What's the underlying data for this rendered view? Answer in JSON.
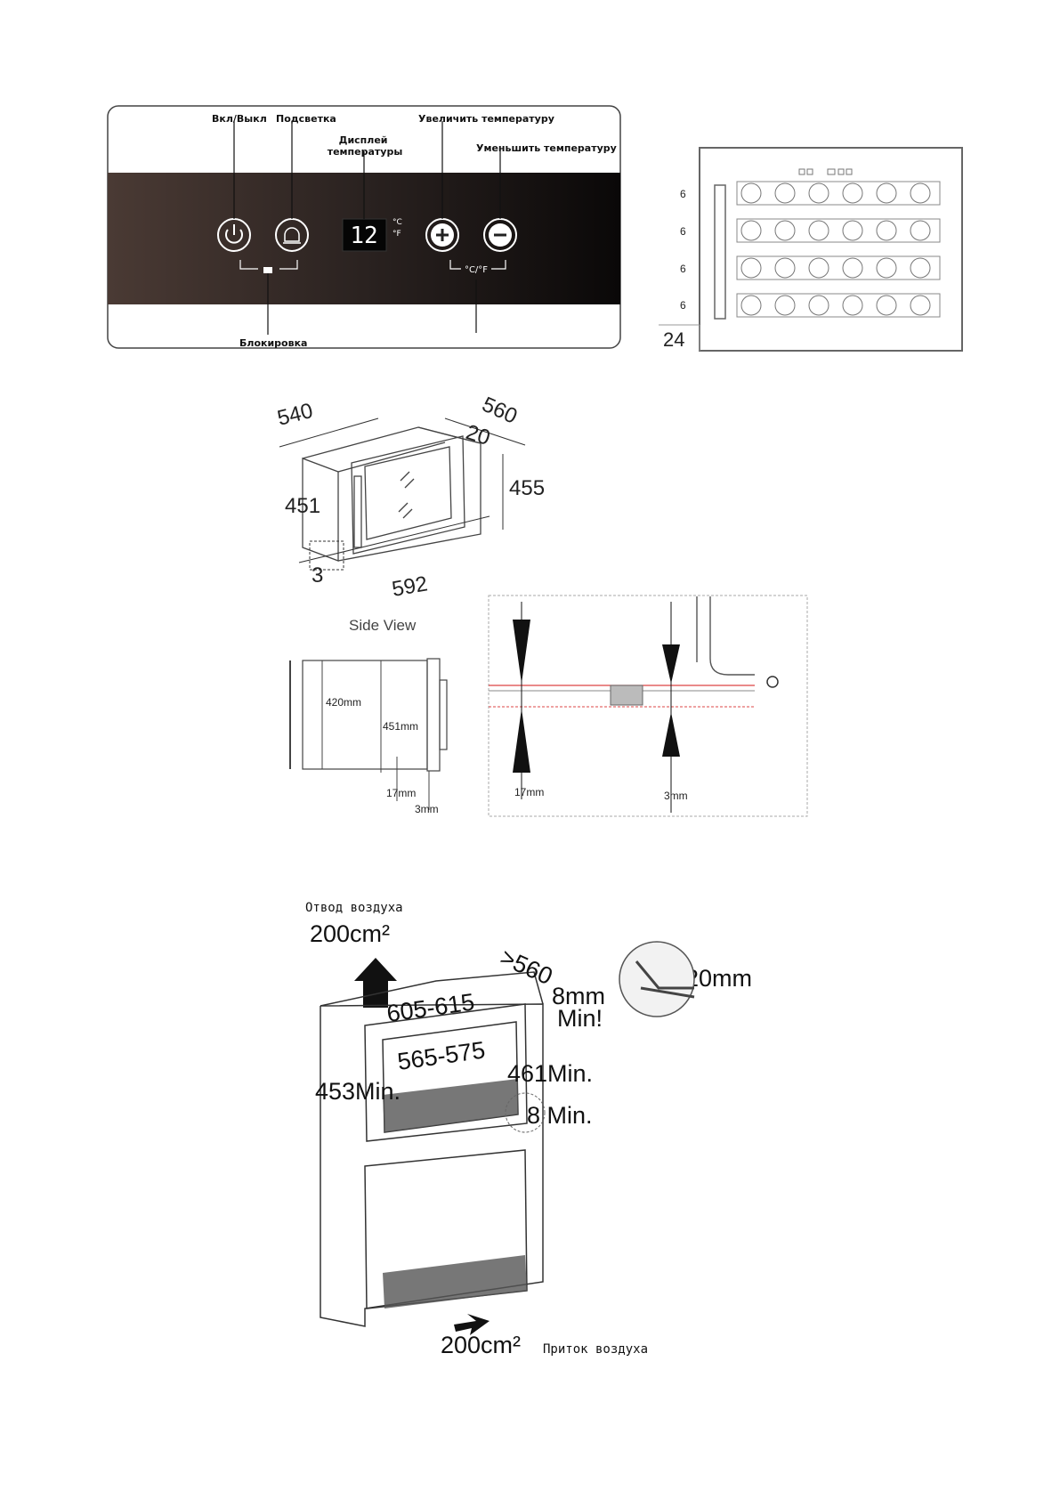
{
  "control_panel": {
    "labels": {
      "power": "Вкл/Выкл",
      "light": "Подсветка",
      "display": "Дисплей температуры",
      "increase": "Увеличить температуру",
      "decrease": "Уменьшить температуру",
      "lock": "Блокировка",
      "unit_switch": "°C/°F"
    },
    "display_value": "12",
    "unit_c": "°C",
    "unit_f": "°F"
  },
  "shelves": {
    "rows": [
      "6",
      "6",
      "6",
      "6"
    ],
    "total": "24"
  },
  "dimensions_3d": {
    "width_top": "540",
    "depth": "560",
    "door_offset": "20",
    "height_total": "455",
    "height_body": "451",
    "bottom_gap": "3",
    "width_door": "592"
  },
  "side_view": {
    "title": "Side View",
    "h1": "420mm",
    "h2": "451mm",
    "g1": "17mm",
    "g2": "3mm",
    "detail_g1": "17mm",
    "detail_g2": "3mm"
  },
  "installation": {
    "exhaust_label": "Отвод воздуха",
    "exhaust_area": "200cm²",
    "intake_label": "Приток воздуха",
    "intake_area": "200cm²",
    "depth": ">560",
    "width_outer": "605-615",
    "width_inner": "565-575",
    "height_niche": "453Min.",
    "height_right": "461Min.",
    "gap_top": "8mm",
    "gap_top_min": "Min!",
    "gap_side": "20mm",
    "gap_bottom": "8 Min."
  }
}
